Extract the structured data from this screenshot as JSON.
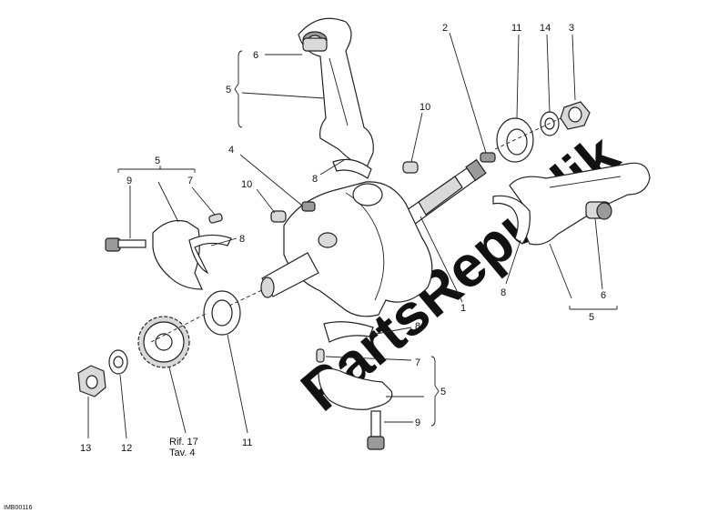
{
  "watermark": "PartsRepublik",
  "image_code": "IMB00116",
  "reference": {
    "line1": "Rif. 17",
    "line2": "Tav. 4"
  },
  "callouts": {
    "top_rod_pin": "6",
    "top_rod_group": "5",
    "top_rod_bearing": "8",
    "bolt_4": "4",
    "dowel_left": "10",
    "dowel_right": "10",
    "pin_2": "2",
    "right_washer": "11",
    "right_spacer": "14",
    "right_nut": "3",
    "left_group": "5",
    "left_bolt": "9",
    "left_pin": "7",
    "left_bearing": "8",
    "crankshaft": "1",
    "right_bearing": "8",
    "right_rod_pin": "6",
    "right_rod_group": "5",
    "bottom_bearing": "8",
    "bottom_pin": "7",
    "bottom_group": "5",
    "bottom_bolt": "9",
    "nut_13": "13",
    "washer_12": "12",
    "left_washer": "11"
  }
}
